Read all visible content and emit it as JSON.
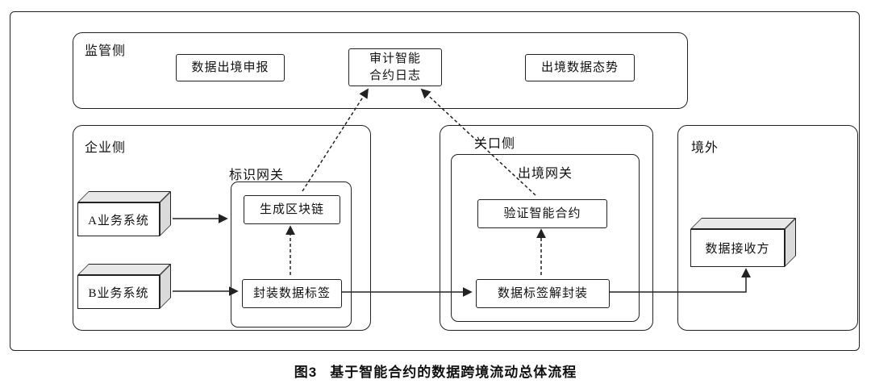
{
  "caption": {
    "figure": "图3",
    "title": "基于智能合约的数据跨境流动总体流程"
  },
  "regulator": {
    "label": "监管侧",
    "declare": "数据出境申报",
    "audit_line1": "审计智能",
    "audit_line2": "合约日志",
    "situation": "出境数据态势"
  },
  "enterprise": {
    "label": "企业侧",
    "gateway_label": "标识网关",
    "system_a": "A业务系统",
    "system_b": "B业务系统",
    "generate_blockchain": "生成区块链",
    "encapsulate_label": "封装数据标签"
  },
  "checkpoint": {
    "label": "关口侧",
    "gateway_label": "出境网关",
    "verify_contract": "验证智能合约",
    "decapsulate_label": "数据标签解封装"
  },
  "overseas": {
    "label": "境外",
    "receiver": "数据接收方"
  },
  "colors": {
    "line": "#222222",
    "cube_top": "#e8e8e8",
    "cube_side": "#dadada",
    "background": "#ffffff"
  }
}
